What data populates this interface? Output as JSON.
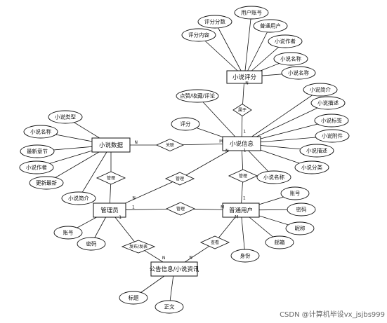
{
  "diagram": {
    "entities": {
      "review": "小说评分",
      "novel": "小说信息",
      "collect": "小说数据",
      "admin": "管理员",
      "user": "普通用户",
      "notice": "公告信息/小说资讯"
    },
    "relations": {
      "belong": "属于",
      "link": "关联",
      "mgmt1": "管理",
      "mgmt2": "管理",
      "mgmt3": "管理",
      "manage": "管理",
      "publish": "发布/发表",
      "browse": "查看"
    },
    "attributes": {
      "review_a1": "评分分数",
      "review_a2": "用户账号",
      "review_a3": "评分内容",
      "review_a4": "普通用户",
      "review_a5": "小说作者",
      "review_a6": "小说名称",
      "review_a7": "小说名称",
      "novel_a1": "点赞/收藏/评论",
      "novel_a2": "评分",
      "novel_a3": "小说简介",
      "novel_a4": "小说描述",
      "novel_a5": "小说标签",
      "novel_a6": "小说附件",
      "novel_a7": "小说描述",
      "novel_a8": "小说分类",
      "novel_a9": "小说名称",
      "collect_a1": "小说类型",
      "collect_a2": "小说名称",
      "collect_a3": "最新章节",
      "collect_a4": "小说作者",
      "collect_a5": "更新最新",
      "collect_a6": "小说简介",
      "admin_a1": "账号",
      "admin_a2": "密码",
      "user_a1": "账号",
      "user_a2": "密码",
      "user_a3": "昵称",
      "user_a4": "邮箱",
      "user_a5": "身份",
      "notice_a1": "标题",
      "notice_a2": "正文"
    },
    "cardinality": {
      "review_belong": "N",
      "belong_novel": "1",
      "collect_link": "N",
      "link_novel": "M",
      "admin_mgmt1": "N",
      "mgmt1_novel": "N",
      "novel_mgmt3": "1",
      "mgmt3_user": "1",
      "admin_manage": "1",
      "manage_user": "M",
      "admin_publish": "1",
      "publish_notice": "N",
      "user_browse": "M",
      "browse_notice": "N"
    }
  },
  "watermark": "CSDN @计算机毕设vx_jsjbs999"
}
